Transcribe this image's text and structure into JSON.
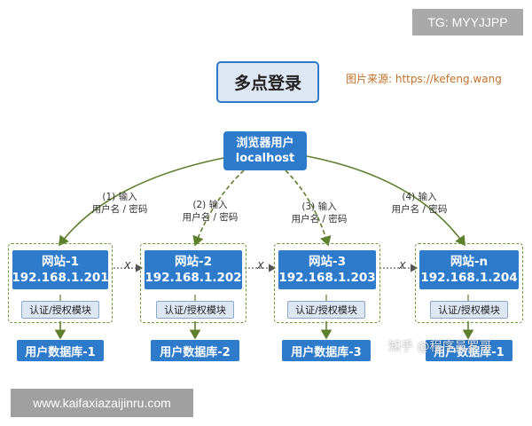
{
  "watermark_top": "TG: MYYJJPP",
  "watermark_bottom": "www.kaifaxiazaijinru.com",
  "watermark_zhihu": "知乎 @程序员罗哥",
  "title": "多点登录",
  "source_note": "图片来源: https://kefeng.wang",
  "browser": {
    "line1": "浏览器用户",
    "line2": "localhost"
  },
  "steps": [
    {
      "line1": "(1) 输入",
      "line2": "用户名 / 密码"
    },
    {
      "line1": "(2) 输入",
      "line2": "用户名 / 密码"
    },
    {
      "line1": "(3) 输入",
      "line2": "用户名 / 密码"
    },
    {
      "line1": "(4) 输入",
      "line2": "用户名 / 密码"
    }
  ],
  "sites": [
    {
      "name": "网站-1",
      "ip": "192.168.1.201",
      "auth": "认证/授权模块",
      "db": "用户数据库-1"
    },
    {
      "name": "网站-2",
      "ip": "192.168.1.202",
      "auth": "认证/授权模块",
      "db": "用户数据库-2"
    },
    {
      "name": "网站-3",
      "ip": "192.168.1.203",
      "auth": "认证/授权模块",
      "db": "用户数据库-3"
    },
    {
      "name": "网站-n",
      "ip": "192.168.1.204",
      "auth": "认证/授权模块",
      "db": "用户数据库-1"
    }
  ],
  "separator": "X",
  "colors": {
    "box_blue": "#2f7bcb",
    "light_blue": "#dde6f3",
    "arrow_green": "#5e7f2d",
    "source_orange": "#c0712a"
  }
}
